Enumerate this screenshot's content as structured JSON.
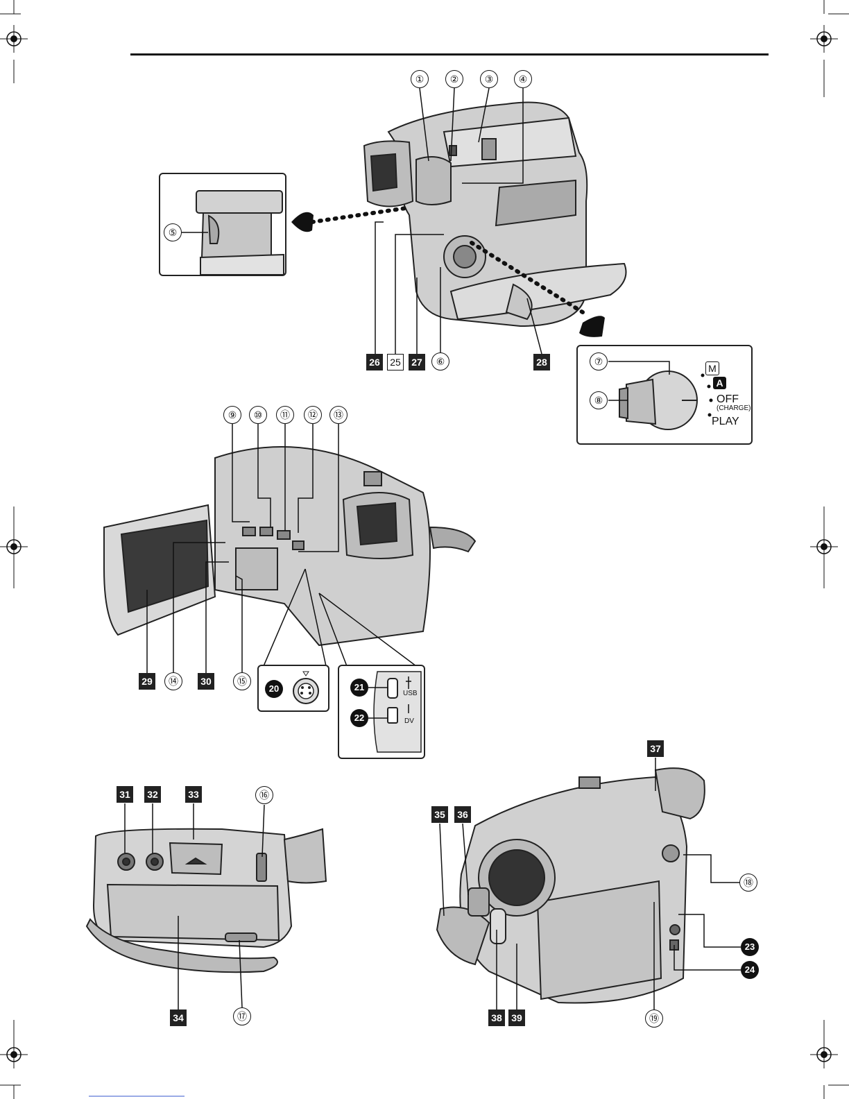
{
  "callouts": {
    "c1": "①",
    "c2": "②",
    "c3": "③",
    "c4": "④",
    "c5": "⑤",
    "c6": "⑥",
    "c7": "⑦",
    "c8": "⑧",
    "c9": "⑨",
    "c10": "⑩",
    "c11": "⑪",
    "c12": "⑫",
    "c13": "⑬",
    "c14": "⑭",
    "c15": "⑮",
    "c16": "⑯",
    "c17": "⑰",
    "c18": "⑱",
    "c19": "⑲",
    "c20": "20",
    "c21": "21",
    "c22": "22",
    "c23": "23",
    "c24": "24",
    "c25": "25",
    "c26": "26",
    "c27": "27",
    "c28": "28",
    "c29": "29",
    "c30": "30",
    "c31": "31",
    "c32": "32",
    "c33": "33",
    "c34": "34",
    "c35": "35",
    "c36": "36",
    "c37": "37",
    "c38": "38",
    "c39": "39"
  },
  "mode_dial": {
    "manual": "M",
    "auto": "A",
    "off": "OFF",
    "charge": "(CHARGE)",
    "play": "PLAY"
  },
  "connectors": {
    "usb": "USB",
    "dv": "DV"
  }
}
